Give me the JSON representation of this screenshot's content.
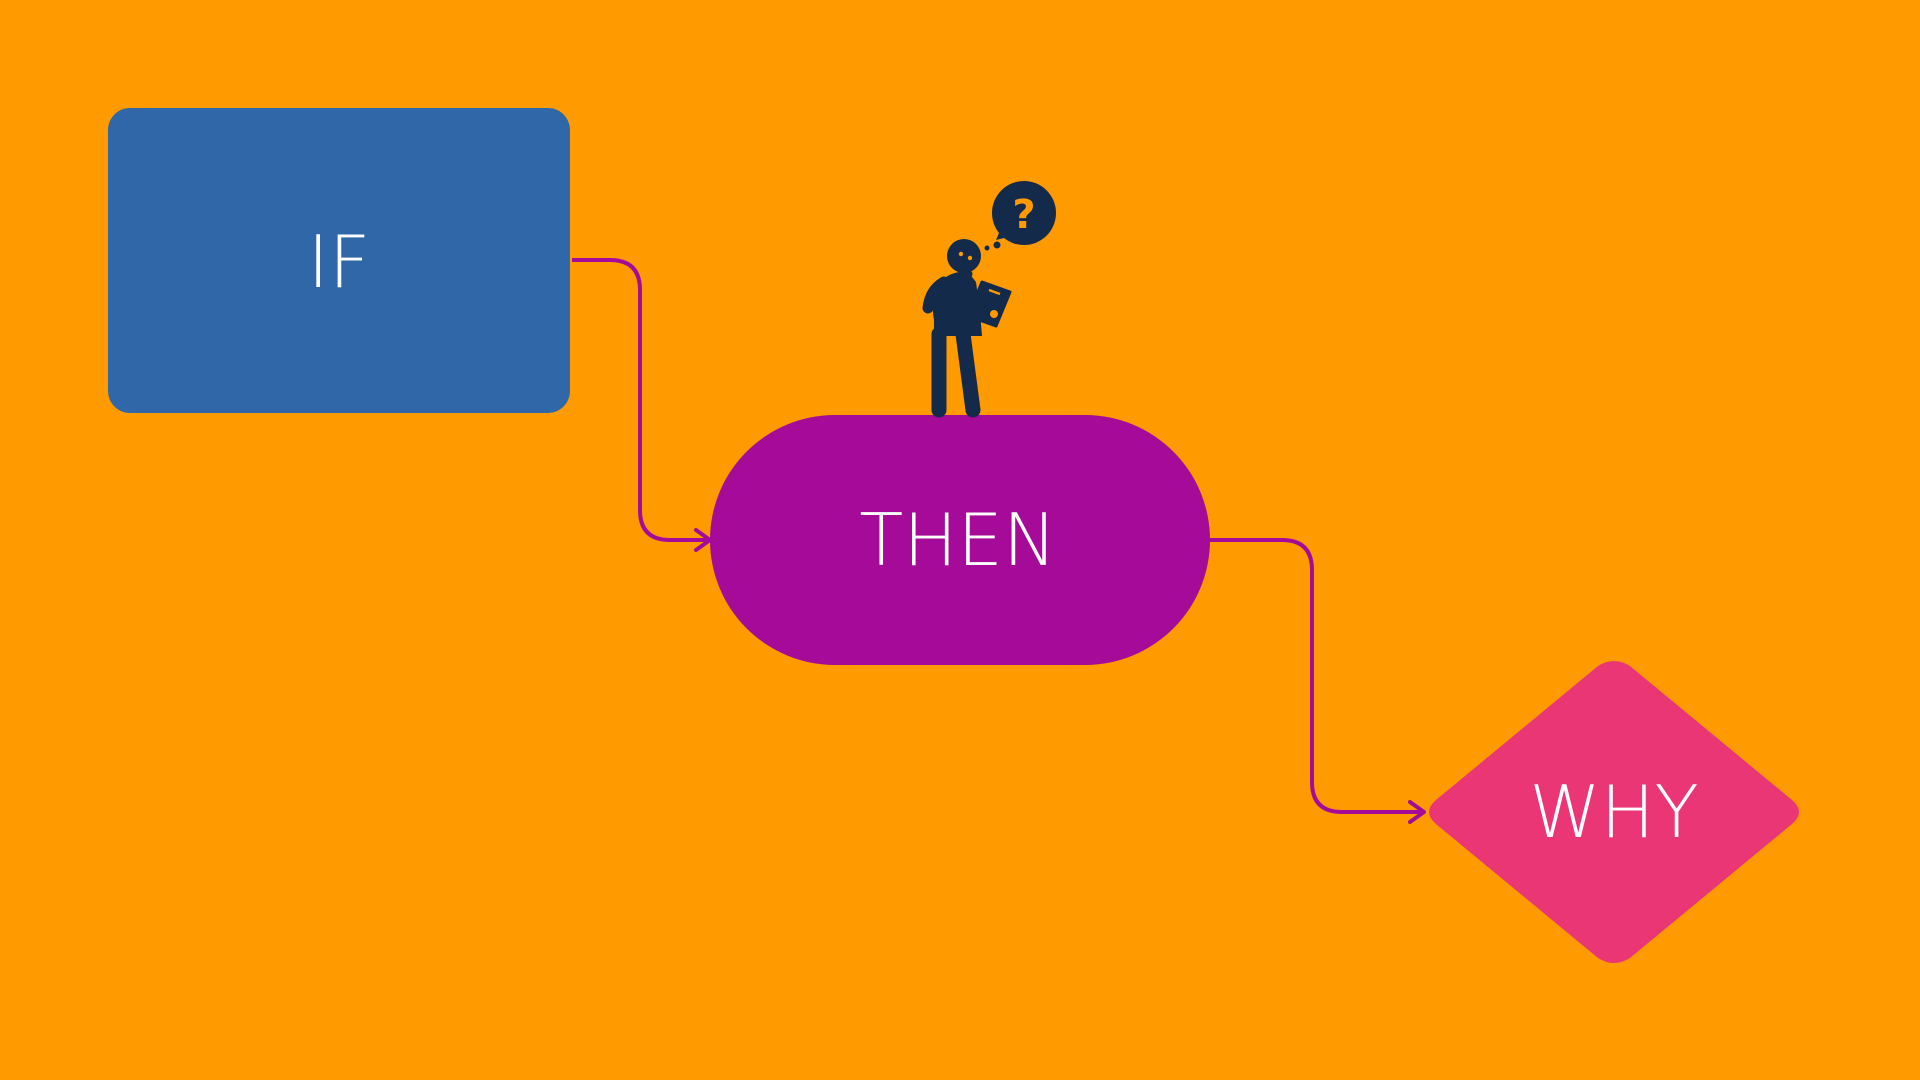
{
  "colors": {
    "background": "#FF9A00",
    "if_box": "#2F67A9",
    "then_pill": "#A50B98",
    "why_diamond": "#EA3675",
    "connector": "#A50B98",
    "figure": "#142A4A",
    "label": "#FFFFFF"
  },
  "nodes": {
    "if_label": "IF",
    "then_label": "THEN",
    "why_label": "WHY"
  },
  "illustration": {
    "figure_icon": "thinking-person-icon",
    "thought_bubble_icon": "question-mark-bubble-icon",
    "thought_symbol": "?"
  }
}
